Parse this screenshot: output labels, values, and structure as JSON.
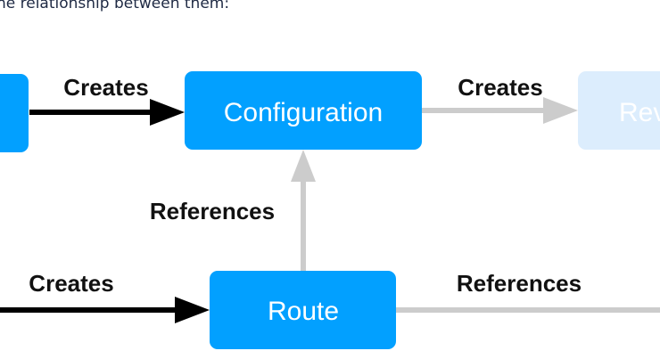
{
  "intro_text": "he relationship between them:",
  "colors": {
    "node": "#02a0ff",
    "node_faded": "#dcedfd",
    "arrow_active": "#000000",
    "arrow_faded": "#cccccc"
  },
  "nodes": {
    "configuration": "Configuration",
    "route": "Route",
    "revision": "Rev"
  },
  "edges": {
    "service_to_configuration": "Creates",
    "configuration_to_revision": "Creates",
    "route_to_configuration": "References",
    "service_to_route": "Creates",
    "route_to_revision": "References"
  }
}
